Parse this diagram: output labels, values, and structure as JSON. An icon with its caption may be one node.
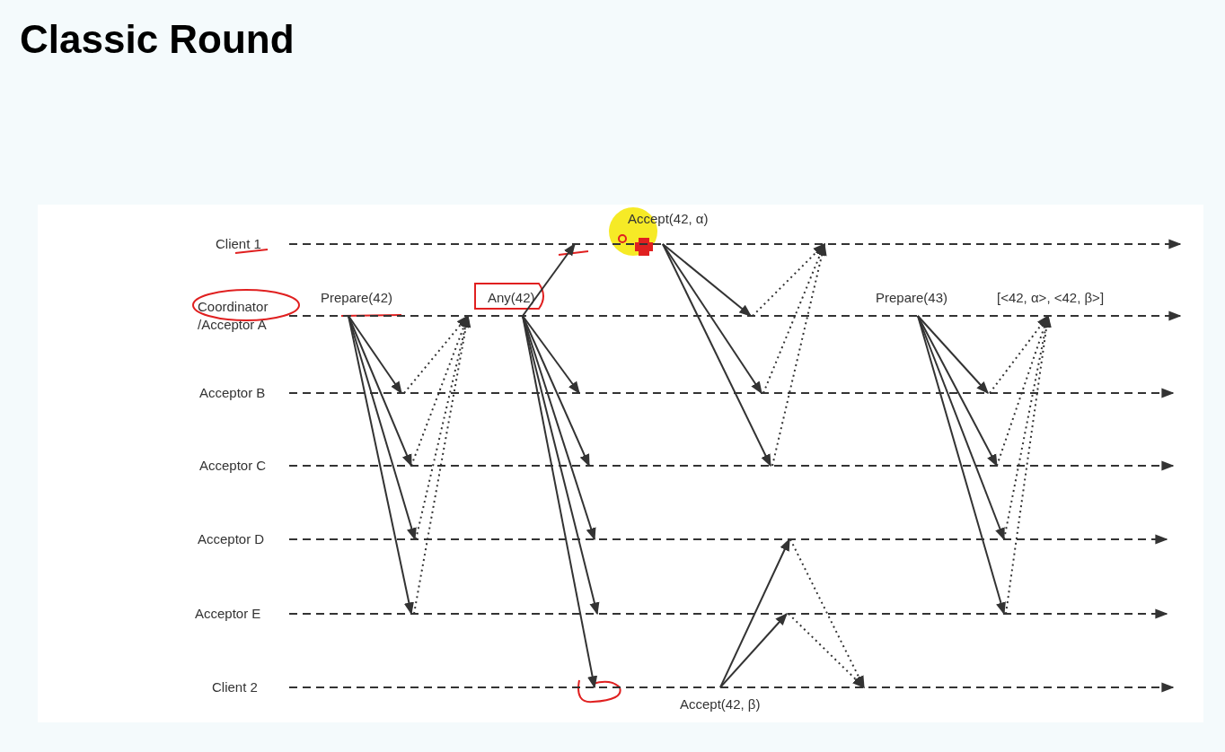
{
  "diagram": {
    "title": "Classic Round",
    "nodes": [
      {
        "text": [
          "Client 1"
        ]
      },
      {
        "text": [
          "Coordinator /Acceptor A"
        ]
      },
      {
        "text": [
          "Acceptor B"
        ]
      },
      {
        "text": [
          "Acceptor C"
        ]
      },
      {
        "text": [
          "Acceptor D"
        ]
      },
      {
        "text": [
          "Acceptor E"
        ]
      },
      {
        "text": [
          "Client 2"
        ]
      }
    ],
    "edges": [
      {
        "from": 0,
        "to": null,
        "arrow": "to",
        "style": "dashed"
      },
      {
        "from": 1,
        "to": null,
        "arrow": "to",
        "style": "dashed"
      },
      {
        "from": 2,
        "to": null,
        "arrow": "to",
        "style": "dashed"
      },
      {
        "from": 3,
        "to": null,
        "arrow": "to",
        "style": "dashed"
      },
      {
        "from": 4,
        "to": null,
        "arrow": "to",
        "style": "dashed"
      },
      {
        "from": 5,
        "to": null,
        "arrow": "to",
        "style": "dashed"
      },
      {
        "from": 6,
        "to": null,
        "arrow": "to",
        "style": "dashed"
      }
    ],
    "labels": [
      "Accept(42, α)",
      "Prepare(42)",
      "Any(42)",
      "Prepare(43)",
      "[<42, α>, <42, β>]",
      "Accept(42, β)"
    ]
  }
}
